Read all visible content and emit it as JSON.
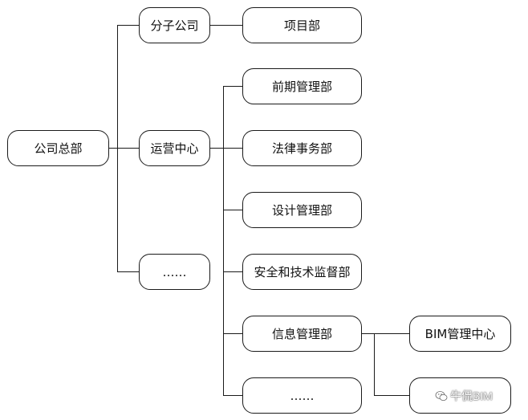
{
  "nodes": {
    "hq": "公司总部",
    "subsidiary": "分子公司",
    "project_dept": "项目部",
    "ops_center": "运营中心",
    "more_l2": "……",
    "early_mgmt": "前期管理部",
    "legal": "法律事务部",
    "design_mgmt": "设计管理部",
    "safety_tech": "安全和技术监督部",
    "info_mgmt": "信息管理部",
    "more_l3": "……",
    "bim_center": "BIM管理中心",
    "more_l4": ""
  },
  "watermark": {
    "text": "牛侃BIM",
    "icon": "wechat-icon"
  }
}
